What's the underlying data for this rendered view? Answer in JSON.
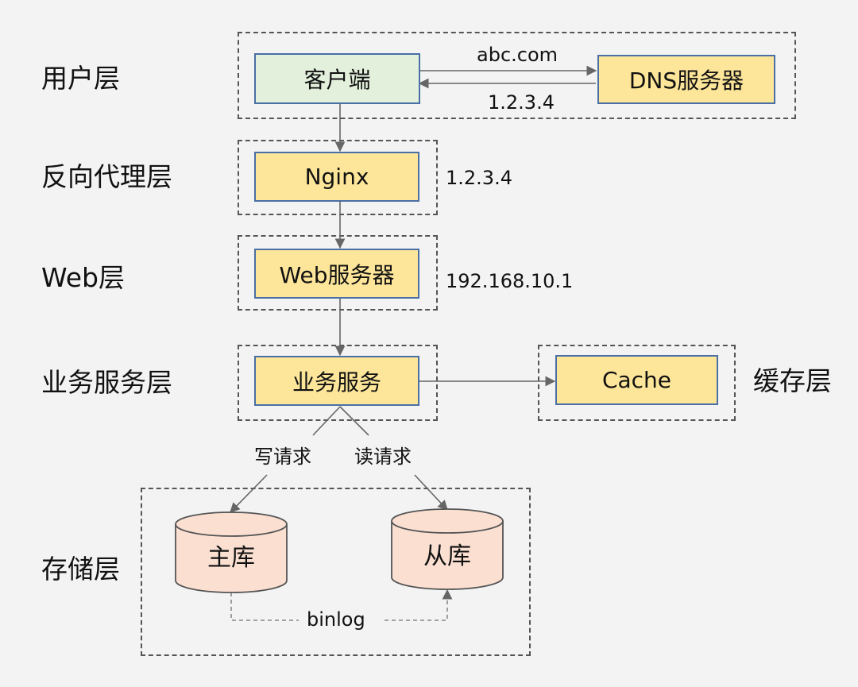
{
  "layers": {
    "user": "用户层",
    "proxy": "反向代理层",
    "web": "Web层",
    "service": "业务服务层",
    "cache": "缓存层",
    "storage": "存储层"
  },
  "nodes": {
    "client": "客户端",
    "dns": "DNS服务器",
    "nginx": "Nginx",
    "web_server": "Web服务器",
    "service": "业务服务",
    "cache": "Cache",
    "master_db": "主库",
    "slave_db": "从库"
  },
  "annotations": {
    "dns_query": "abc.com",
    "dns_reply": "1.2.3.4",
    "nginx_ip": "1.2.3.4",
    "web_ip": "192.168.10.1",
    "write_request": "写请求",
    "read_request": "读请求",
    "replication": "binlog"
  },
  "colors": {
    "box_fill": "#fde69a",
    "client_fill": "#e3f0dc",
    "db_fill": "#fbe0d2",
    "box_border": "#4a6fa5",
    "arrow": "#666666"
  }
}
